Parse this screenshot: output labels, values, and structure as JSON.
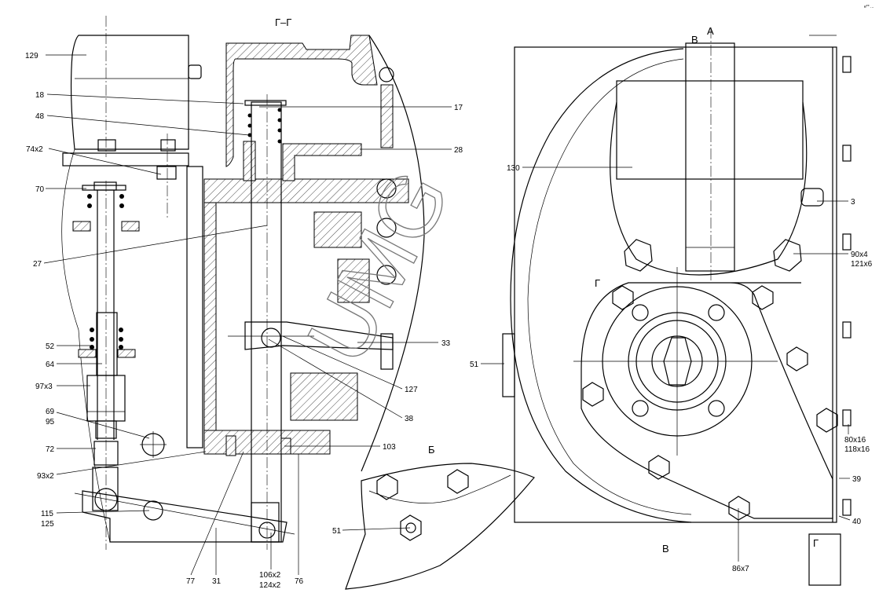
{
  "drawing": {
    "section_title": "Г–Г",
    "detail_label": "Б",
    "watermark": "UMG",
    "corner_text": "e** ...",
    "view_marks": {
      "v_top": "В",
      "a_top": "А",
      "g_left": "Г",
      "v_bottom": "В",
      "g_bottom": "Г"
    },
    "callouts": {
      "c129": "129",
      "c18": "18",
      "c48": "48",
      "c74": "74x2",
      "c70": "70",
      "c27": "27",
      "c52": "52",
      "c64": "64",
      "c97": "97x3",
      "c69": "69",
      "c95": "95",
      "c72": "72",
      "c93": "93x2",
      "c115": "115",
      "c125": "125",
      "c77": "77",
      "c31": "31",
      "c106": "106x2",
      "c124": "124x2",
      "c76": "76",
      "c103": "103",
      "c38": "38",
      "c127": "127",
      "c33": "33",
      "c28": "28",
      "c17": "17",
      "c51a": "51",
      "c51b": "51",
      "c130": "130",
      "c3": "3",
      "c90": "90x4",
      "c121": "121x6",
      "c80": "80x16",
      "c118": "118x16",
      "c39": "39",
      "c40": "40",
      "c86": "86x7"
    }
  }
}
